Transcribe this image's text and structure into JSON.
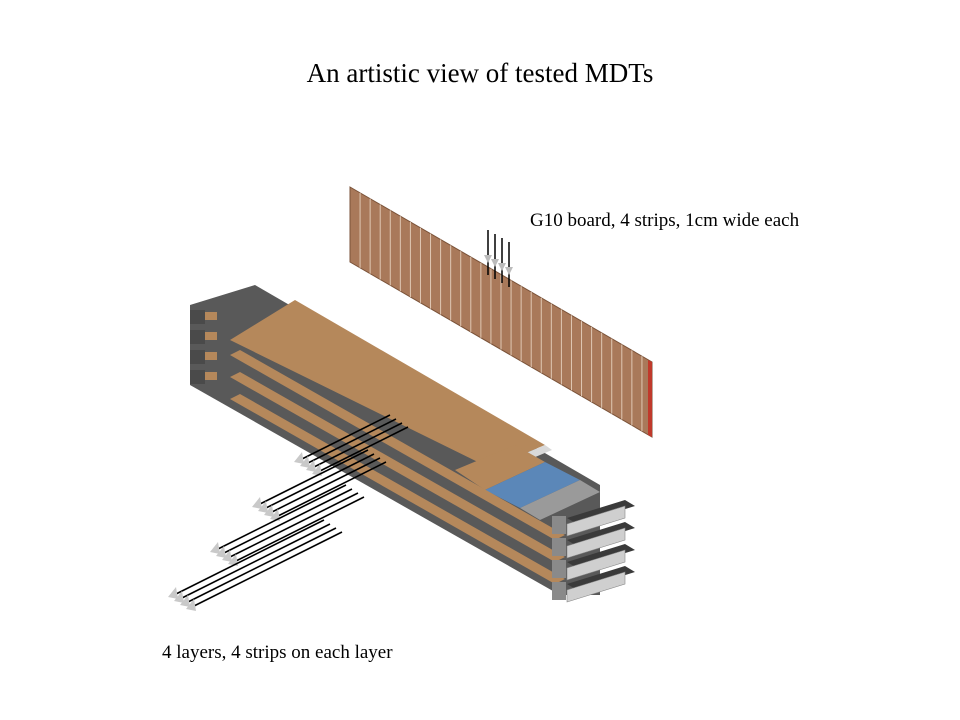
{
  "title": "An artistic view of  tested MDTs",
  "labels": {
    "board": "G10 board, 4 strips, 1cm wide  each",
    "layers": "4 layers, 4 strips on each layer"
  },
  "colors": {
    "board_fill": "#a9795a",
    "board_edge": "#c0392b",
    "strip_copper": "#b5885b",
    "chamber_gray": "#595959",
    "chamber_light": "#9a9a9a",
    "blue_band": "#5b87b8",
    "white_band": "#d9d9d9"
  }
}
